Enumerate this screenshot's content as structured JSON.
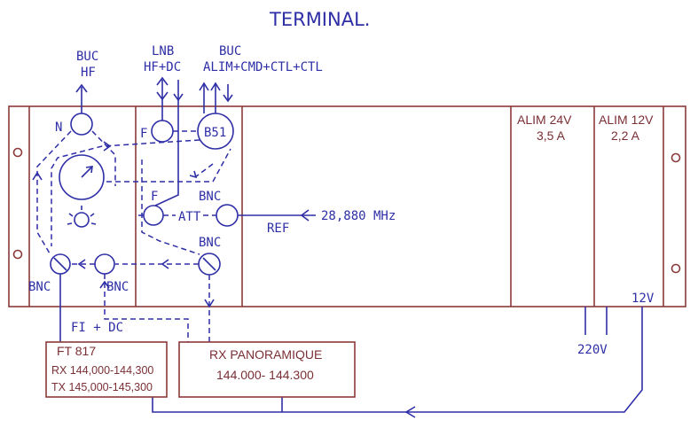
{
  "title": "TERMINAL.",
  "top_labels": {
    "buc_hf_line1": "BUC",
    "buc_hf_line2": "HF",
    "lnb_line1": "LNB",
    "lnb_line2": "HF+DC",
    "buc2_line1": "BUC",
    "buc2_line2": "ALIM+CMD+CTL+CTL"
  },
  "rack": {
    "connector_n": "N",
    "connector_f1": "F",
    "connector_b51": "B51",
    "connector_f2": "F",
    "connector_bnc_att": "BNC",
    "att_label": "ATT",
    "connector_bnc_mid": "BNC",
    "connector_bnc_left": "BNC",
    "connector_bnc_center": "BNC",
    "ref_label": "REF",
    "ref_freq": "28,880 MHz",
    "alim24_line1": "ALIM 24V",
    "alim24_line2": "3,5 A",
    "alim12_line1": "ALIM 12V",
    "alim12_line2": "2,2 A",
    "out_12v": "12V"
  },
  "mains": "220V",
  "fi_dc": "FI + DC",
  "ft817": {
    "name": "FT 817",
    "rx": "RX 144,000-144,300",
    "tx": "TX 145,000-145,300"
  },
  "rx_panoramique": {
    "name": "RX PANORAMIQUE",
    "range": "144.000- 144.300"
  },
  "colors": {
    "wiring": "#2e2ea6",
    "chassis": "#8b3a3a"
  }
}
